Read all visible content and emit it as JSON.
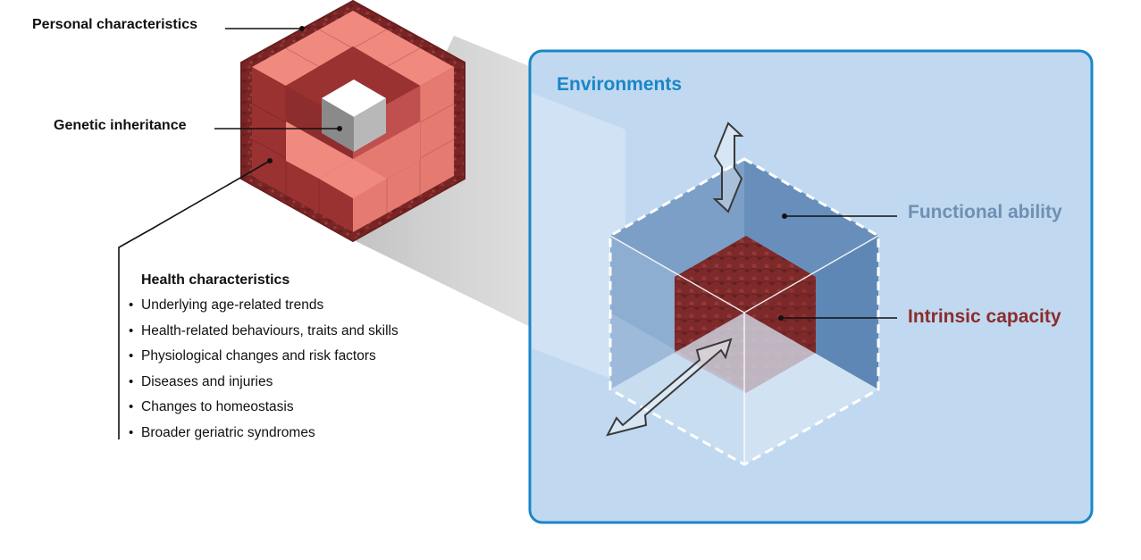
{
  "labels": {
    "personal": "Personal characteristics",
    "genetic": "Genetic inheritance",
    "environments": "Environments",
    "functional": "Functional ability",
    "intrinsic": "Intrinsic capacity"
  },
  "health": {
    "title": "Health characteristics",
    "items": [
      "Underlying age-related trends",
      "Health-related behaviours, traits and skills",
      "Physiological changes and risk factors",
      "Diseases and injuries",
      "Changes to homeostasis",
      "Broader geriatric syndromes"
    ]
  },
  "colors": {
    "environments": "#1a86c8",
    "functional": "#6f8fb4",
    "intrinsic": "#8b2c2c",
    "panel_fill": "#c0d9f0",
    "panel_border": "#1a86c8",
    "outer_cube_face": "#5e87b5",
    "salmon": "#f08a7e",
    "dark_red": "#9b3232",
    "texture": "#7c2727"
  }
}
